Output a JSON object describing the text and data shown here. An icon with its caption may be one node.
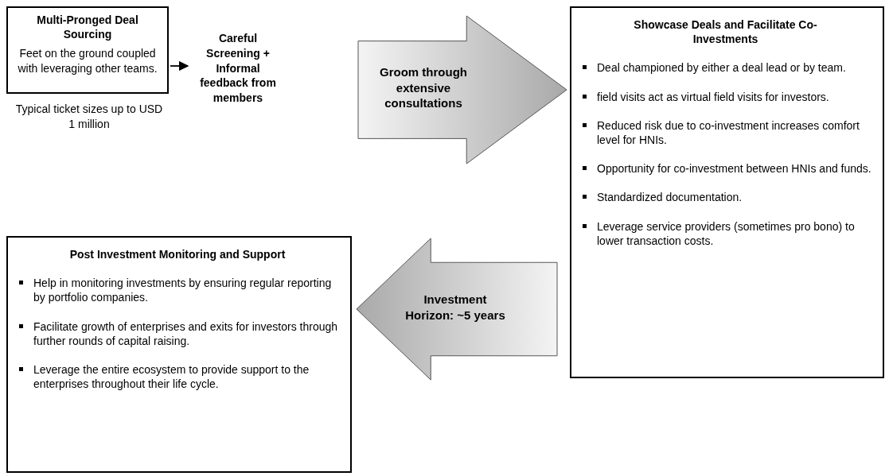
{
  "diagram": {
    "nodes": [
      {
        "text": [
          "Multi-Pronged Deal Sourcing",
          "Feet on the ground coupled with leveraging other teams."
        ],
        "beside": [
          "Typical ticket sizes up to USD 1 million"
        ]
      },
      {
        "text": [
          "Careful Screening + Informal feedback from members"
        ]
      },
      {
        "text": [
          "Groom through extensive consultations"
        ]
      },
      {
        "text": [
          "Showcase Deals and Facilitate Co-Investments",
          "Deal championed by either a deal lead or by team.",
          "field visits act as virtual field visits for investors.",
          "Reduced risk due to co-investment increases comfort level for HNIs.",
          "Opportunity for co-investment between HNIs and funds.",
          "Standardized documentation.",
          "Leverage service providers (sometimes pro bono) to lower transaction costs."
        ]
      },
      {
        "text": [
          "Post Investment Monitoring and Support",
          "Help in monitoring investments by ensuring regular reporting by portfolio companies.",
          "Facilitate growth of enterprises and exits for investors through further rounds of capital raising.",
          "Leverage the entire ecosystem to provide support to the enterprises throughout their life cycle."
        ]
      },
      {
        "text": [
          "Investment Horizon: ~5 years"
        ]
      }
    ],
    "edges": [
      {
        "from": 0,
        "to": 1,
        "arrow": "to"
      }
    ]
  }
}
